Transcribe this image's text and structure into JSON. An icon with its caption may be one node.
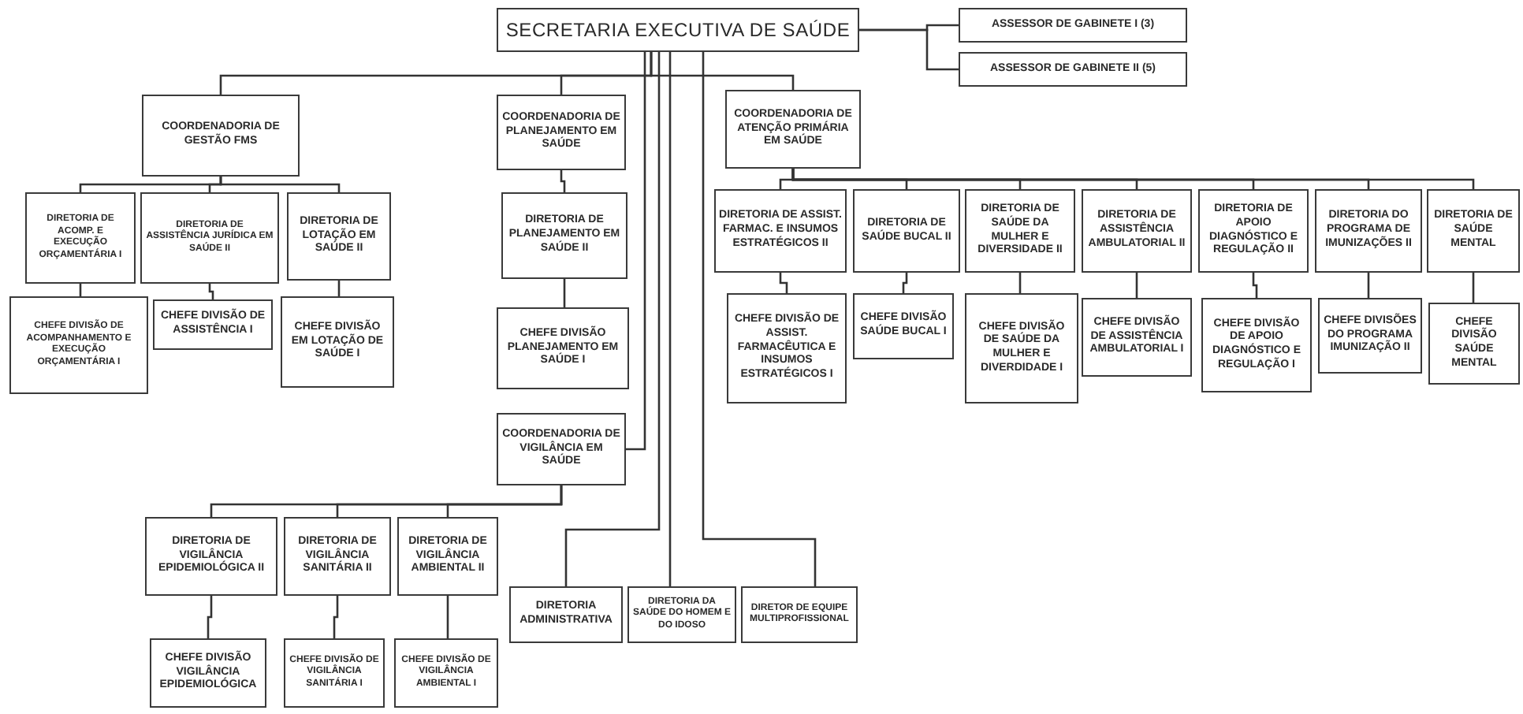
{
  "diagram": {
    "nodes": [
      {
        "text": [
          "SECRETARIA EXECUTIVA DE SAÚDE"
        ]
      },
      {
        "text": [
          "ASSESSOR DE GABINETE I (3)"
        ]
      },
      {
        "text": [
          "ASSESSOR DE GABINETE II (5)"
        ]
      },
      {
        "text": [
          "COORDENADORIA DE GESTÃO FMS"
        ]
      },
      {
        "text": [
          "DIRETORIA DE ACOMP. E EXECUÇÃO ORÇAMENTÁRIA I"
        ]
      },
      {
        "text": [
          "DIRETORIA DE ASSISTÊNCIA JURÍDICA EM SAÚDE II"
        ]
      },
      {
        "text": [
          "DIRETORIA DE LOTAÇÃO EM SAÚDE II"
        ]
      },
      {
        "text": [
          "CHEFE DIVISÃO DE ACOMPANHAMENTO E EXECUÇÃO ORÇAMENTÁRIA I"
        ]
      },
      {
        "text": [
          "CHEFE DIVISÃO DE ASSISTÊNCIA I"
        ]
      },
      {
        "text": [
          "CHEFE DIVISÃO EM LOTAÇÃO DE SAÚDE I"
        ]
      },
      {
        "text": [
          "COORDENADORIA DE PLANEJAMENTO EM SAÚDE"
        ]
      },
      {
        "text": [
          "DIRETORIA DE PLANEJAMENTO EM SAÚDE II"
        ]
      },
      {
        "text": [
          "CHEFE DIVISÃO PLANEJAMENTO EM SAÚDE I"
        ]
      },
      {
        "text": [
          "COORDENADORIA DE VIGILÂNCIA EM SAÚDE"
        ]
      },
      {
        "text": [
          "DIRETORIA DE VIGILÂNCIA EPIDEMIOLÓGICA II"
        ]
      },
      {
        "text": [
          "DIRETORIA DE VIGILÂNCIA SANITÁRIA II"
        ]
      },
      {
        "text": [
          "DIRETORIA DE VIGILÂNCIA AMBIENTAL II"
        ]
      },
      {
        "text": [
          "CHEFE DIVISÃO VIGILÂNCIA EPIDEMIOLÓGICA"
        ]
      },
      {
        "text": [
          "CHEFE DIVISÃO DE VIGILÂNCIA SANITÁRIA I"
        ]
      },
      {
        "text": [
          "CHEFE DIVISÃO DE VIGILÂNCIA AMBIENTAL I"
        ]
      },
      {
        "text": [
          "DIRETORIA ADMINISTRATIVA"
        ]
      },
      {
        "text": [
          "DIRETORIA DA SAÚDE DO HOMEM E DO IDOSO"
        ]
      },
      {
        "text": [
          "DIRETOR DE EQUIPE MULTIPROFISSIONAL"
        ]
      },
      {
        "text": [
          "COORDENADORIA DE ATENÇÃO PRIMÁRIA EM SAÚDE"
        ]
      },
      {
        "text": [
          "DIRETORIA DE ASSIST. FARMAC. E INSUMOS ESTRATÉGICOS II"
        ]
      },
      {
        "text": [
          "DIRETORIA DE SAÚDE BUCAL II"
        ]
      },
      {
        "text": [
          "DIRETORIA DE SAÚDE DA MULHER E DIVERSIDADE II"
        ]
      },
      {
        "text": [
          "DIRETORIA DE ASSISTÊNCIA AMBULATORIAL II"
        ]
      },
      {
        "text": [
          "DIRETORIA DE APOIO DIAGNÓSTICO E REGULAÇÃO II"
        ]
      },
      {
        "text": [
          "DIRETORIA DO PROGRAMA DE IMUNIZAÇÕES II"
        ]
      },
      {
        "text": [
          "DIRETORIA DE SAÚDE MENTAL"
        ]
      },
      {
        "text": [
          "CHEFE DIVISÃO DE ASSIST. FARMACÊUTICA E INSUMOS ESTRATÉGICOS I"
        ]
      },
      {
        "text": [
          "CHEFE DIVISÃO SAÚDE BUCAL I"
        ]
      },
      {
        "text": [
          "CHEFE DIVISÃO DE SAÚDE DA MULHER E DIVERDIDADE I"
        ]
      },
      {
        "text": [
          "CHEFE DIVISÃO DE ASSISTÊNCIA AMBULATORIAL I"
        ]
      },
      {
        "text": [
          "CHEFE DIVISÃO DE APOIO DIAGNÓSTICO E REGULAÇÃO I"
        ]
      },
      {
        "text": [
          "CHEFE DIVISÕES DO PROGRAMA IMUNIZAÇÃO II"
        ]
      },
      {
        "text": [
          "CHEFE DIVISÃO SAÚDE MENTAL"
        ]
      }
    ],
    "edges": [
      {
        "from": 0,
        "to": 1,
        "arrow": "none"
      },
      {
        "from": 0,
        "to": 2,
        "arrow": "none"
      },
      {
        "from": 0,
        "to": 3,
        "arrow": "none"
      },
      {
        "from": 0,
        "to": 10,
        "arrow": "none"
      },
      {
        "from": 0,
        "to": 23,
        "arrow": "none"
      },
      {
        "from": 0,
        "to": 13,
        "arrow": "none"
      },
      {
        "from": 0,
        "to": 20,
        "arrow": "none"
      },
      {
        "from": 0,
        "to": 21,
        "arrow": "none"
      },
      {
        "from": 0,
        "to": 22,
        "arrow": "none"
      },
      {
        "from": 3,
        "to": 4,
        "arrow": "none"
      },
      {
        "from": 3,
        "to": 5,
        "arrow": "none"
      },
      {
        "from": 3,
        "to": 6,
        "arrow": "none"
      },
      {
        "from": 4,
        "to": 7,
        "arrow": "none"
      },
      {
        "from": 5,
        "to": 8,
        "arrow": "none"
      },
      {
        "from": 6,
        "to": 9,
        "arrow": "none"
      },
      {
        "from": 10,
        "to": 11,
        "arrow": "none"
      },
      {
        "from": 11,
        "to": 12,
        "arrow": "none"
      },
      {
        "from": 13,
        "to": 14,
        "arrow": "none"
      },
      {
        "from": 13,
        "to": 15,
        "arrow": "none"
      },
      {
        "from": 13,
        "to": 16,
        "arrow": "none"
      },
      {
        "from": 14,
        "to": 17,
        "arrow": "none"
      },
      {
        "from": 15,
        "to": 18,
        "arrow": "none"
      },
      {
        "from": 16,
        "to": 19,
        "arrow": "none"
      },
      {
        "from": 23,
        "to": 24,
        "arrow": "none"
      },
      {
        "from": 23,
        "to": 25,
        "arrow": "none"
      },
      {
        "from": 23,
        "to": 26,
        "arrow": "none"
      },
      {
        "from": 23,
        "to": 27,
        "arrow": "none"
      },
      {
        "from": 23,
        "to": 28,
        "arrow": "none"
      },
      {
        "from": 23,
        "to": 29,
        "arrow": "none"
      },
      {
        "from": 23,
        "to": 30,
        "arrow": "none"
      },
      {
        "from": 24,
        "to": 31,
        "arrow": "none"
      },
      {
        "from": 25,
        "to": 32,
        "arrow": "none"
      },
      {
        "from": 26,
        "to": 33,
        "arrow": "none"
      },
      {
        "from": 27,
        "to": 34,
        "arrow": "none"
      },
      {
        "from": 28,
        "to": 35,
        "arrow": "none"
      },
      {
        "from": 29,
        "to": 36,
        "arrow": "none"
      },
      {
        "from": 30,
        "to": 37,
        "arrow": "none"
      }
    ]
  }
}
